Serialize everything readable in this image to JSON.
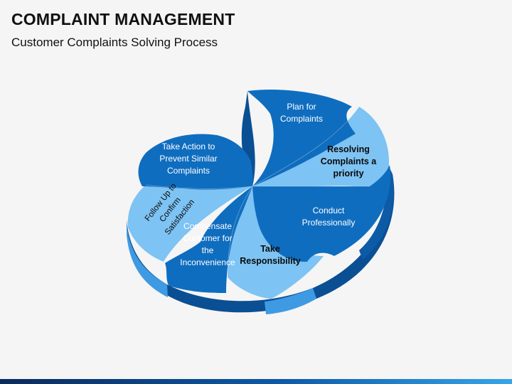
{
  "header": {
    "title": "COMPLAINT MANAGEMENT",
    "subtitle": "Customer Complaints Solving Process"
  },
  "colors": {
    "dark_blue": "#0f6dbf",
    "dark_blue_side": "#0a4f93",
    "light_blue": "#7dc3f3",
    "light_blue_side": "#3e9ae3",
    "background": "#f5f5f5"
  },
  "segments": [
    {
      "id": "plan",
      "label": "Plan for\nComplaints",
      "shade": "dark"
    },
    {
      "id": "resolving",
      "label": "Resolving\nComplaints a\npriority",
      "shade": "light"
    },
    {
      "id": "conduct",
      "label": "Conduct\nProfessionally",
      "shade": "dark"
    },
    {
      "id": "responsibility",
      "label": "Take\nResponsibility",
      "shade": "light"
    },
    {
      "id": "compensate",
      "label": "Compensate\nCustomer for\nthe\nInconvenience",
      "shade": "dark"
    },
    {
      "id": "follow-up",
      "label": "Follow Up to\nConfirm\nSatisfaction",
      "shade": "light"
    },
    {
      "id": "take-action",
      "label": "Take Action to\nPrevent Similar\nComplaints",
      "shade": "dark"
    }
  ]
}
